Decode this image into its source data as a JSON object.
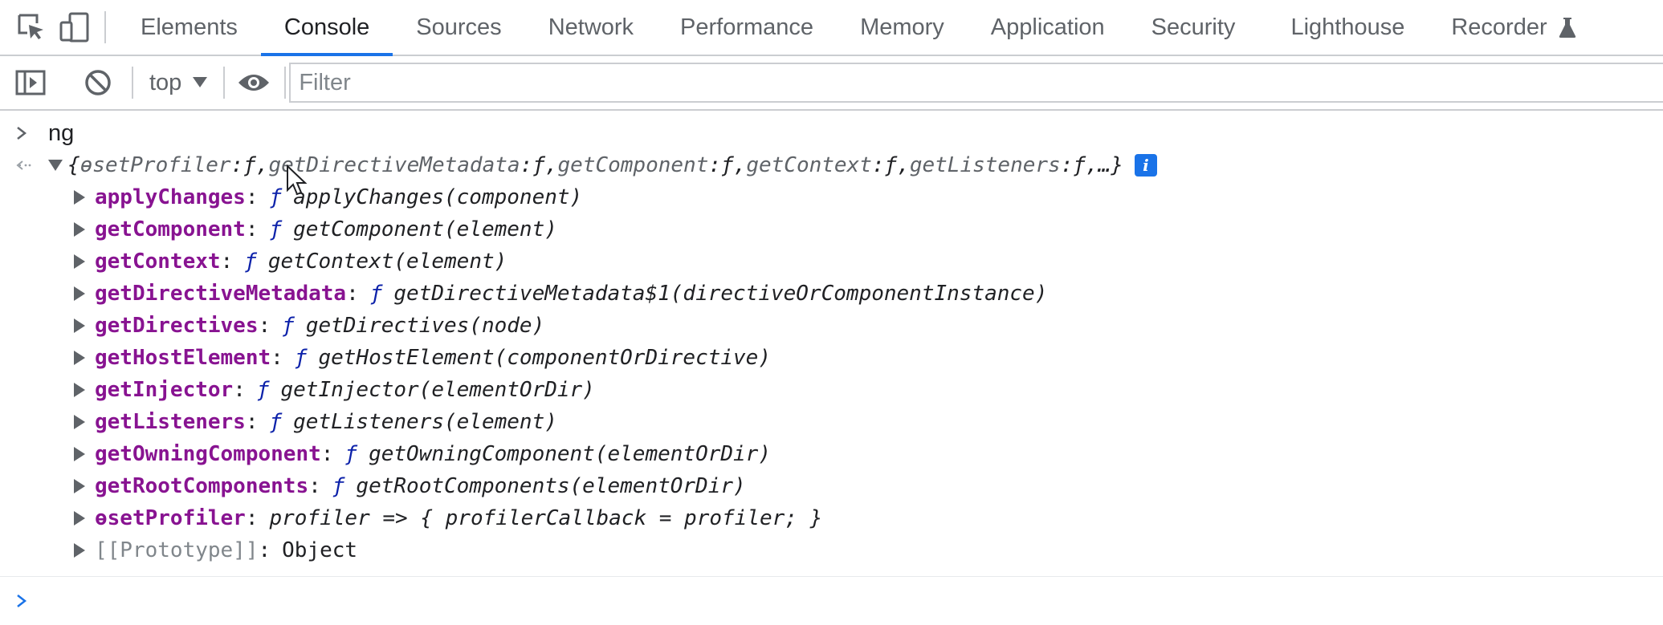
{
  "tabs": [
    {
      "label": "Elements",
      "active": false
    },
    {
      "label": "Console",
      "active": true
    },
    {
      "label": "Sources",
      "active": false
    },
    {
      "label": "Network",
      "active": false
    },
    {
      "label": "Performance",
      "active": false
    },
    {
      "label": "Memory",
      "active": false
    },
    {
      "label": "Application",
      "active": false
    },
    {
      "label": "Security",
      "active": false
    },
    {
      "label": "Lighthouse",
      "active": false
    },
    {
      "label": "Recorder",
      "active": false
    }
  ],
  "toolbar": {
    "context": "top",
    "filter_placeholder": "Filter",
    "filter_value": ""
  },
  "console": {
    "input_command": "ng",
    "summary": {
      "open": "{",
      "entries": [
        {
          "key": "ɵsetProfiler",
          "val": "ƒ"
        },
        {
          "key": "getDirectiveMetadata",
          "val": "ƒ"
        },
        {
          "key": "getComponent",
          "val": "ƒ"
        },
        {
          "key": "getContext",
          "val": "ƒ"
        },
        {
          "key": "getListeners",
          "val": "ƒ"
        }
      ],
      "ellipsis": "…}"
    },
    "properties": [
      {
        "name": "applyChanges",
        "marker": "ƒ",
        "signature": "applyChanges(component)"
      },
      {
        "name": "getComponent",
        "marker": "ƒ",
        "signature": "getComponent(element)"
      },
      {
        "name": "getContext",
        "marker": "ƒ",
        "signature": "getContext(element)"
      },
      {
        "name": "getDirectiveMetadata",
        "marker": "ƒ",
        "signature": "getDirectiveMetadata$1(directiveOrComponentInstance)"
      },
      {
        "name": "getDirectives",
        "marker": "ƒ",
        "signature": "getDirectives(node)"
      },
      {
        "name": "getHostElement",
        "marker": "ƒ",
        "signature": "getHostElement(componentOrDirective)"
      },
      {
        "name": "getInjector",
        "marker": "ƒ",
        "signature": "getInjector(elementOrDir)"
      },
      {
        "name": "getListeners",
        "marker": "ƒ",
        "signature": "getListeners(element)"
      },
      {
        "name": "getOwningComponent",
        "marker": "ƒ",
        "signature": "getOwningComponent(elementOrDir)"
      },
      {
        "name": "getRootComponents",
        "marker": "ƒ",
        "signature": "getRootComponents(elementOrDir)"
      },
      {
        "name": "ɵsetProfiler",
        "marker": "",
        "signature": "profiler => { profilerCallback = profiler; }"
      }
    ],
    "prototype": {
      "name": "[[Prototype]]",
      "value": "Object"
    }
  },
  "colors": {
    "accent": "#1a73e8",
    "property_name": "#881391",
    "function_marker": "#0d22aa"
  },
  "icons": {
    "inspect": "inspect-element-icon",
    "device": "device-toolbar-icon",
    "sidebar": "show-sidebar-icon",
    "clear": "clear-console-icon",
    "eye": "live-expression-icon",
    "flask": "experimental-flask-icon"
  }
}
